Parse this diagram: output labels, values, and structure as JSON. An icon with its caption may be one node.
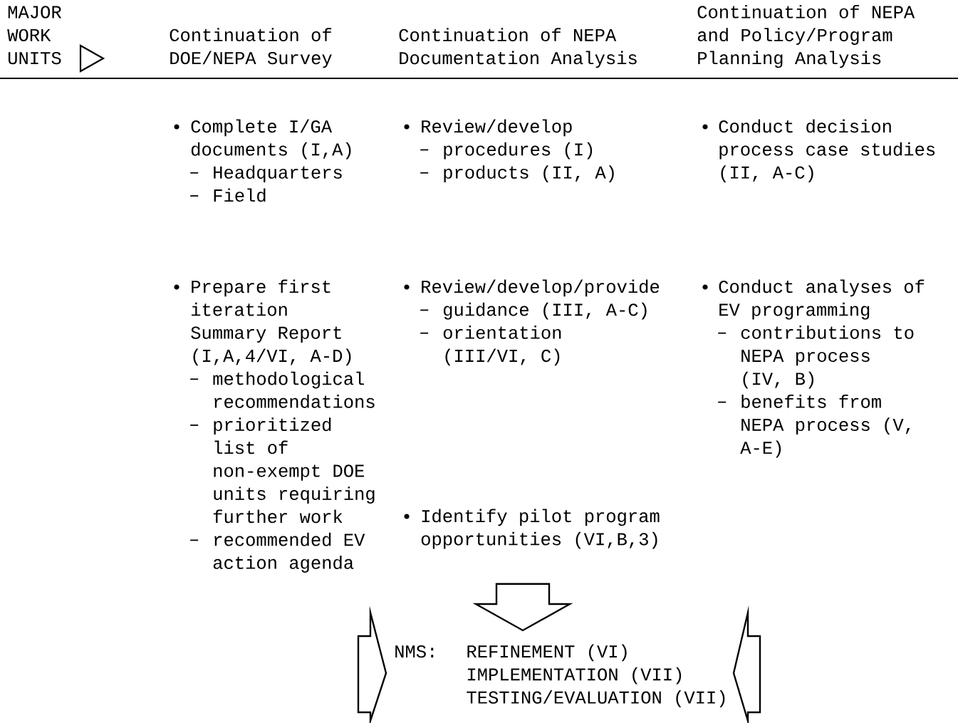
{
  "diagram": {
    "nodes": [
      {
        "text": [
          "Complete I/GA documents (I,A)",
          "Headquarters",
          "Field"
        ]
      },
      {
        "text": [
          "Review/develop",
          "procedures (I)",
          "products (II, A)"
        ]
      },
      {
        "text": [
          "Conduct decision process case studies (II, A-C)"
        ]
      },
      {
        "text": [
          "Prepare first iteration Summary Report (I,A,4/VI, A-D)",
          "methodological recommendations",
          "prioritized list of non-exempt DOE units requiring further work",
          "recommended EV action agenda"
        ]
      },
      {
        "text": [
          "Review/develop/provide",
          "guidance (III, A-C)",
          "orientation (III/VI, C)"
        ]
      },
      {
        "text": [
          "Conduct analyses of EV programming",
          "contributions to NEPA process (IV, B)",
          "benefits from NEPA process (V, A-E)"
        ]
      },
      {
        "text": [
          "Identify pilot program opportunities (VI,B,3)"
        ]
      },
      {
        "text": [
          "NMS:",
          "REFINEMENT (VI)",
          "IMPLEMENTATION (VII)",
          "TESTING/EVALUATION (VII)"
        ]
      }
    ],
    "edges": [
      {
        "from": null,
        "to": 7,
        "arrow": "to"
      },
      {
        "from": 6,
        "to": 7,
        "arrow": "to"
      },
      {
        "from": null,
        "to": 7,
        "arrow": "to"
      }
    ],
    "labels": [
      "MAJOR WORK UNITS",
      "Continuation of DOE/NEPA Survey",
      "Continuation of NEPA Documentation Analysis",
      "Continuation of NEPA and Policy/Program Planning Analysis"
    ]
  }
}
